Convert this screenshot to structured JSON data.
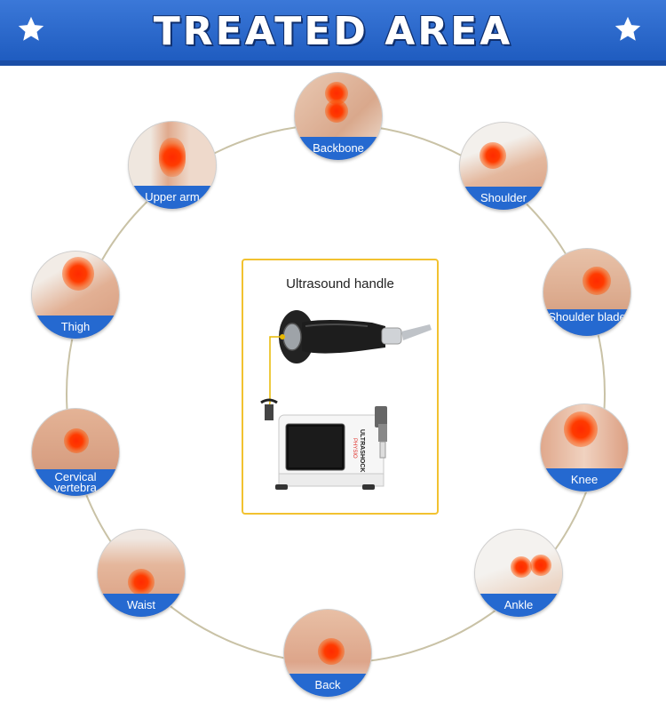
{
  "header": {
    "title": "TREATED AREA"
  },
  "device": {
    "title": "Ultrasound handle",
    "brand": "ULTRASHOCK",
    "model": "PHYSIO"
  },
  "areas": [
    {
      "label": "Backbone"
    },
    {
      "label": "Shoulder"
    },
    {
      "label": "Shoulder blade"
    },
    {
      "label": "Knee"
    },
    {
      "label": "Ankle"
    },
    {
      "label": "Back"
    },
    {
      "label": "Waist"
    },
    {
      "label": "Cervical vertebra"
    },
    {
      "label": "Thigh"
    },
    {
      "label": "Upper arm"
    }
  ],
  "colors": {
    "banner": "#2566cc",
    "label_bar": "#2569d0",
    "highlight": "#ff2a00",
    "frame": "#f2c230"
  }
}
